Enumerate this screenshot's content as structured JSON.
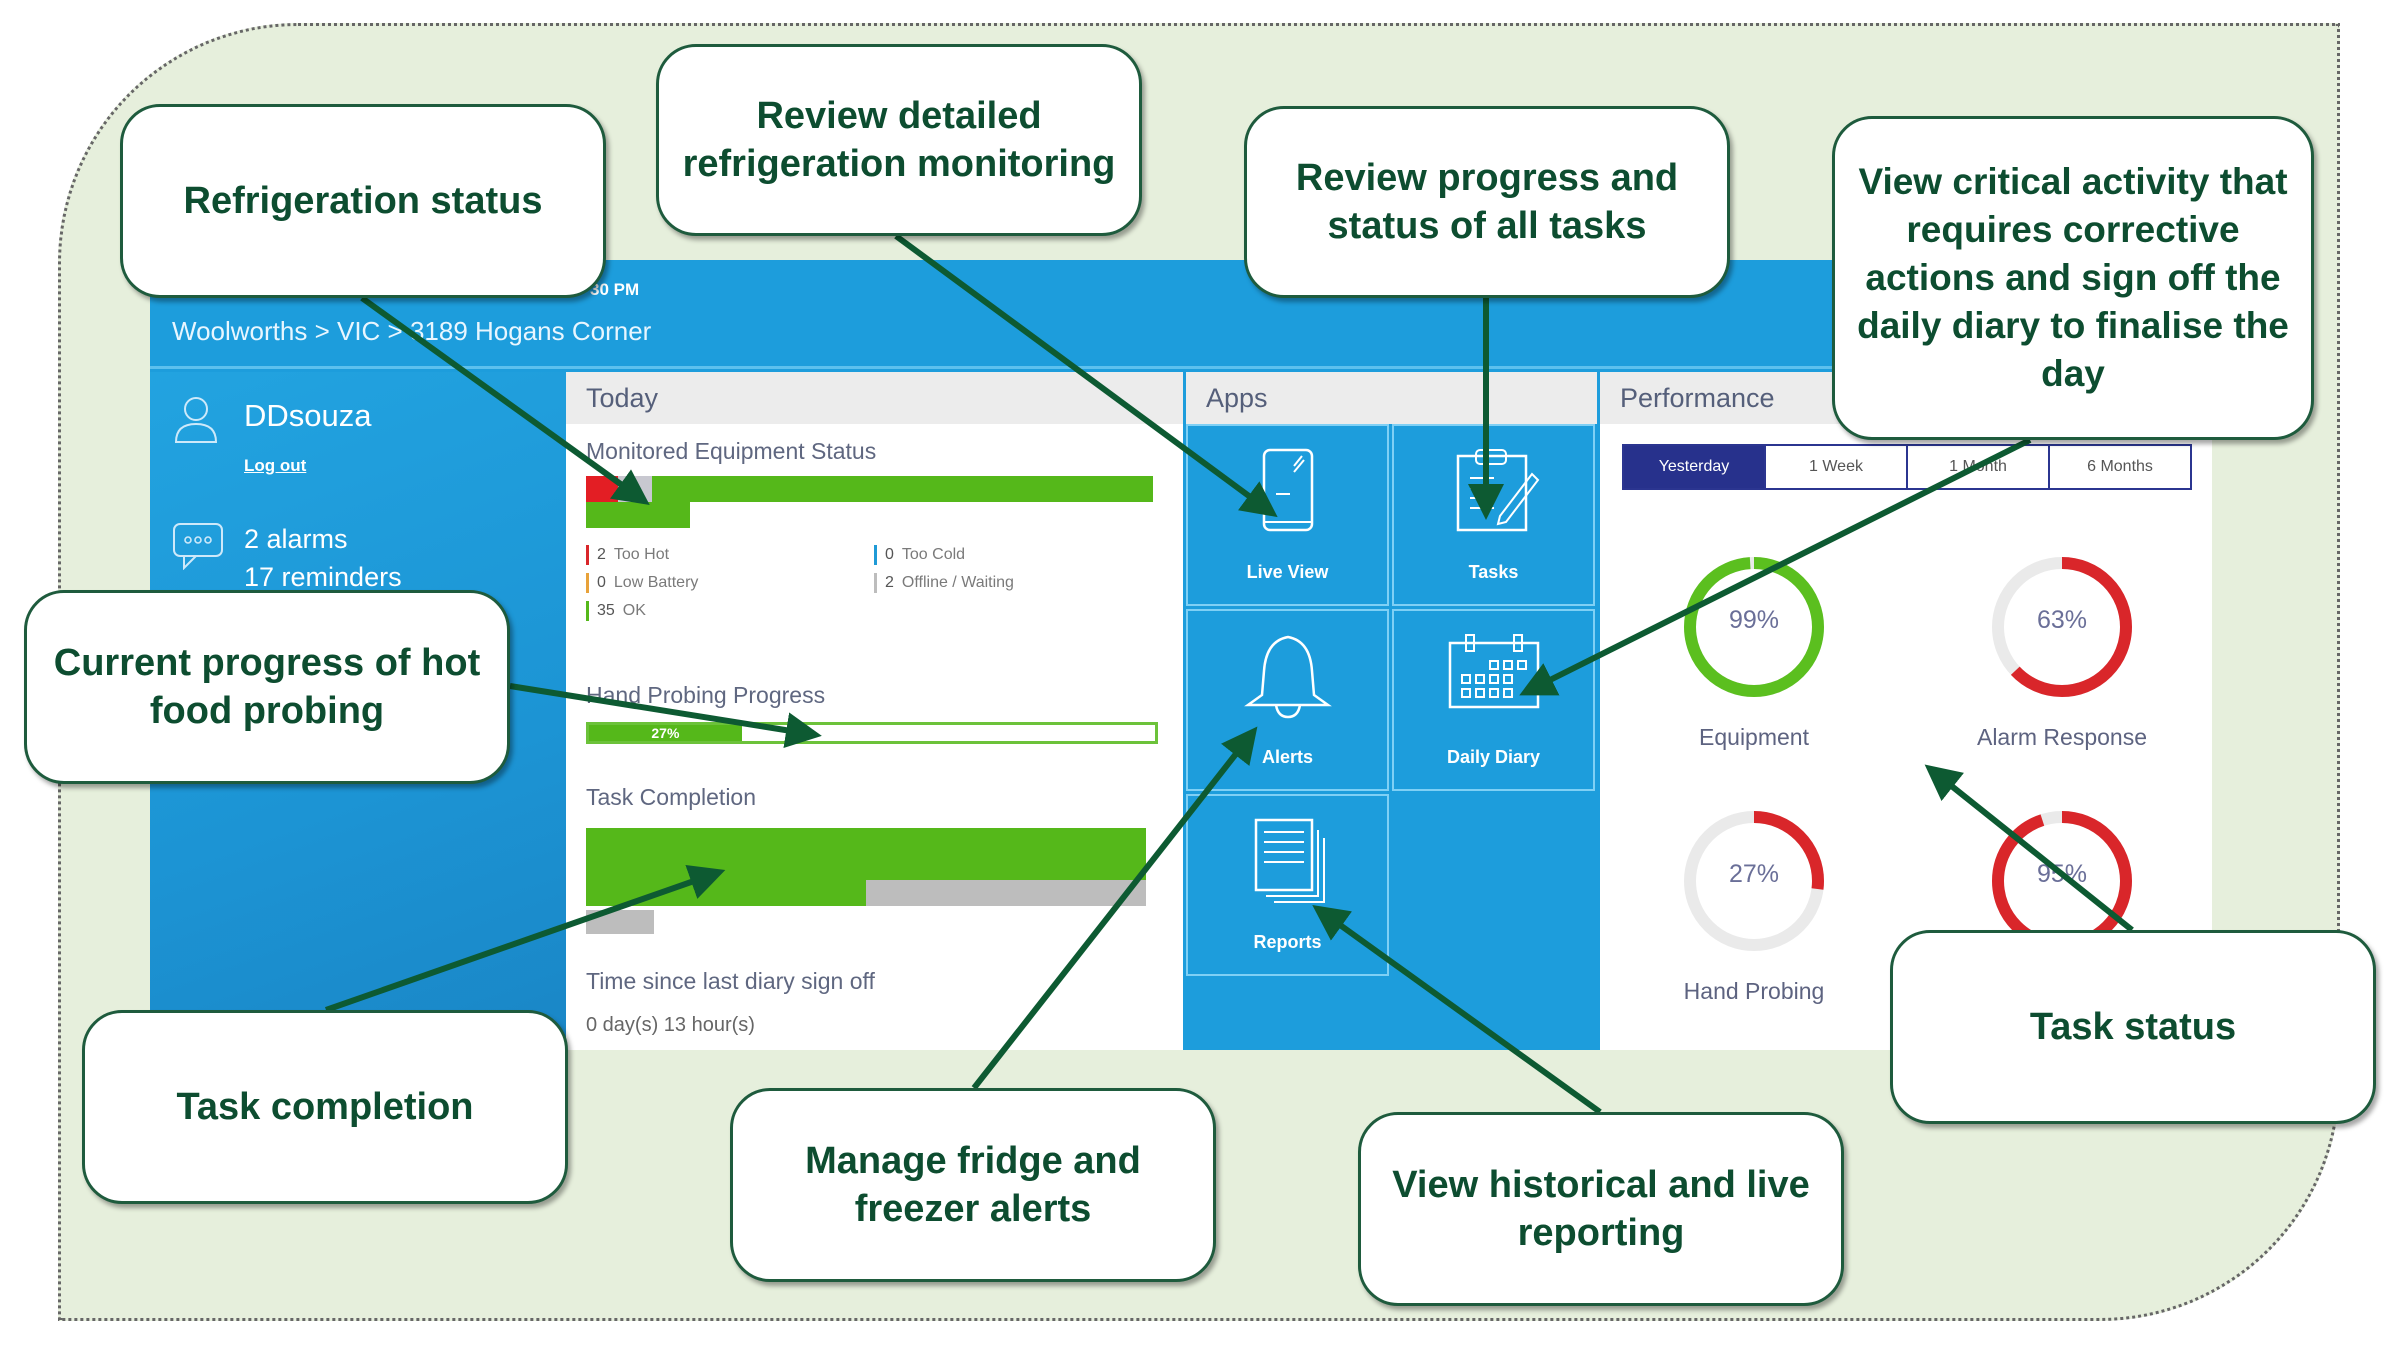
{
  "dashboard": {
    "time": "30 PM",
    "breadcrumb": "Woolworths  >  VIC  >  3189 Hogans Corner",
    "user": {
      "name": "DDsouza",
      "logout_label": "Log out"
    },
    "notifications": {
      "alarms": "2 alarms",
      "reminders": "17 reminders"
    },
    "today": {
      "header": "Today",
      "equipment": {
        "title": "Monitored Equipment Status",
        "legend": [
          {
            "count": "2",
            "label": "Too Hot",
            "color": "#d9262a"
          },
          {
            "count": "0",
            "label": "Too Cold",
            "color": "#1f9ad6"
          },
          {
            "count": "0",
            "label": "Low Battery",
            "color": "#e8a23a"
          },
          {
            "count": "2",
            "label": "Offline / Waiting",
            "color": "#bdbdbd"
          },
          {
            "count": "35",
            "label": "OK",
            "color": "#55b81a"
          }
        ]
      },
      "hand_probing": {
        "title": "Hand Probing Progress",
        "percent_label": "27%",
        "percent": 27
      },
      "task_completion": {
        "title": "Task Completion",
        "completed_fraction": 0.5
      },
      "diary": {
        "title": "Time since last diary sign off",
        "value": "0 day(s) 13 hour(s)"
      }
    },
    "apps": {
      "header": "Apps",
      "tiles": [
        {
          "label": "Live View",
          "icon": "phone-icon"
        },
        {
          "label": "Tasks",
          "icon": "clipboard-icon"
        },
        {
          "label": "Alerts",
          "icon": "bell-icon"
        },
        {
          "label": "Daily Diary",
          "icon": "calendar-icon"
        },
        {
          "label": "Reports",
          "icon": "documents-icon"
        }
      ]
    },
    "performance": {
      "header": "Performance",
      "periods": [
        "Yesterday",
        "1 Week",
        "1 Month",
        "6 Months"
      ],
      "active_period": "Yesterday",
      "gauges": [
        {
          "label": "Equipment",
          "value_label": "99%",
          "value": 99,
          "color": "#5bbf1f"
        },
        {
          "label": "Alarm Response",
          "value_label": "63%",
          "value": 63,
          "color": "#d9262a"
        },
        {
          "label": "Hand Probing",
          "value_label": "27%",
          "value": 27,
          "color": "#d9262a"
        },
        {
          "label": "",
          "value_label": "95%",
          "value": 95,
          "color": "#d9262a"
        }
      ]
    }
  },
  "callouts": [
    {
      "id": "refrigeration-status",
      "text": "Refrigeration status"
    },
    {
      "id": "detailed-refrigeration",
      "text": "Review detailed refrigeration monitoring"
    },
    {
      "id": "progress-tasks",
      "text": "Review progress and status of all tasks"
    },
    {
      "id": "critical-activity",
      "text": "View critical activity that requires corrective actions and sign off the daily diary to finalise the day"
    },
    {
      "id": "hot-food-probing",
      "text": "Current progress of hot food probing"
    },
    {
      "id": "task-completion",
      "text": "Task completion"
    },
    {
      "id": "fridge-alerts",
      "text": "Manage fridge and freezer alerts"
    },
    {
      "id": "reporting",
      "text": "View historical and live reporting"
    },
    {
      "id": "task-status",
      "text": "Task status"
    }
  ]
}
